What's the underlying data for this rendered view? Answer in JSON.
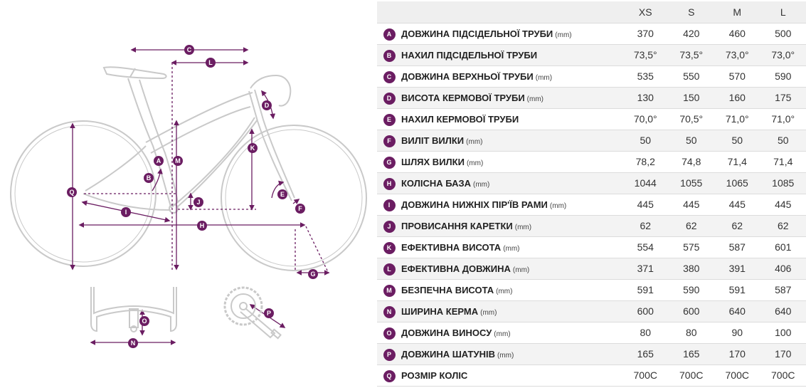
{
  "diagram": {
    "marker_color": "#6b1d62",
    "frame_color": "#c9c9c9",
    "labels": {
      "a": "A",
      "b": "B",
      "c": "C",
      "d": "D",
      "e": "E",
      "f": "F",
      "g": "G",
      "h": "H",
      "i": "I",
      "j": "J",
      "k": "K",
      "l": "L",
      "m": "M",
      "n": "N",
      "o": "O",
      "p": "P",
      "q": "Q"
    }
  },
  "table": {
    "sizes": [
      "XS",
      "S",
      "M",
      "L"
    ],
    "rows": [
      {
        "letter": "A",
        "name": "ДОВЖИНА ПІДСІДЕЛЬНОЇ ТРУБИ",
        "unit": "(mm)",
        "values": [
          "370",
          "420",
          "460",
          "500"
        ]
      },
      {
        "letter": "B",
        "name": "НАХИЛ ПІДСІДЕЛЬНОЇ ТРУБИ",
        "unit": "",
        "values": [
          "73,5°",
          "73,5°",
          "73,0°",
          "73,0°"
        ]
      },
      {
        "letter": "C",
        "name": "ДОВЖИНА ВЕРХНЬОЇ ТРУБИ",
        "unit": "(mm)",
        "values": [
          "535",
          "550",
          "570",
          "590"
        ]
      },
      {
        "letter": "D",
        "name": "ВИСОТА КЕРМОВОЇ ТРУБИ",
        "unit": "(mm)",
        "values": [
          "130",
          "150",
          "160",
          "175"
        ]
      },
      {
        "letter": "E",
        "name": "НАХИЛ КЕРМОВОЇ ТРУБИ",
        "unit": "",
        "values": [
          "70,0°",
          "70,5°",
          "71,0°",
          "71,0°"
        ]
      },
      {
        "letter": "F",
        "name": "ВИЛІТ ВИЛКИ",
        "unit": "(mm)",
        "values": [
          "50",
          "50",
          "50",
          "50"
        ]
      },
      {
        "letter": "G",
        "name": "ШЛЯХ ВИЛКИ",
        "unit": "(mm)",
        "values": [
          "78,2",
          "74,8",
          "71,4",
          "71,4"
        ]
      },
      {
        "letter": "H",
        "name": "КОЛІСНА БАЗА",
        "unit": "(mm)",
        "values": [
          "1044",
          "1055",
          "1065",
          "1085"
        ]
      },
      {
        "letter": "I",
        "name": "ДОВЖИНА НИЖНІХ ПІР'ЇВ РАМИ",
        "unit": "(mm)",
        "values": [
          "445",
          "445",
          "445",
          "445"
        ]
      },
      {
        "letter": "J",
        "name": "ПРОВИСАННЯ КАРЕТКИ",
        "unit": "(mm)",
        "values": [
          "62",
          "62",
          "62",
          "62"
        ]
      },
      {
        "letter": "K",
        "name": "ЕФЕКТИВНА ВИСОТА",
        "unit": "(mm)",
        "values": [
          "554",
          "575",
          "587",
          "601"
        ]
      },
      {
        "letter": "L",
        "name": "ЕФЕКТИВНА ДОВЖИНА",
        "unit": "(mm)",
        "values": [
          "371",
          "380",
          "391",
          "406"
        ]
      },
      {
        "letter": "M",
        "name": "БЕЗПЕЧНА ВИСОТА",
        "unit": "(mm)",
        "values": [
          "591",
          "590",
          "591",
          "587"
        ]
      },
      {
        "letter": "N",
        "name": "ШИРИНА КЕРМА",
        "unit": "(mm)",
        "values": [
          "600",
          "600",
          "640",
          "640"
        ]
      },
      {
        "letter": "O",
        "name": "ДОВЖИНА ВИНОСУ",
        "unit": "(mm)",
        "values": [
          "80",
          "80",
          "90",
          "100"
        ]
      },
      {
        "letter": "P",
        "name": "ДОВЖИНА ШАТУНІВ",
        "unit": "(mm)",
        "values": [
          "165",
          "165",
          "170",
          "170"
        ]
      },
      {
        "letter": "Q",
        "name": "РОЗМІР КОЛІС",
        "unit": "",
        "values": [
          "700C",
          "700C",
          "700C",
          "700C"
        ]
      }
    ]
  }
}
